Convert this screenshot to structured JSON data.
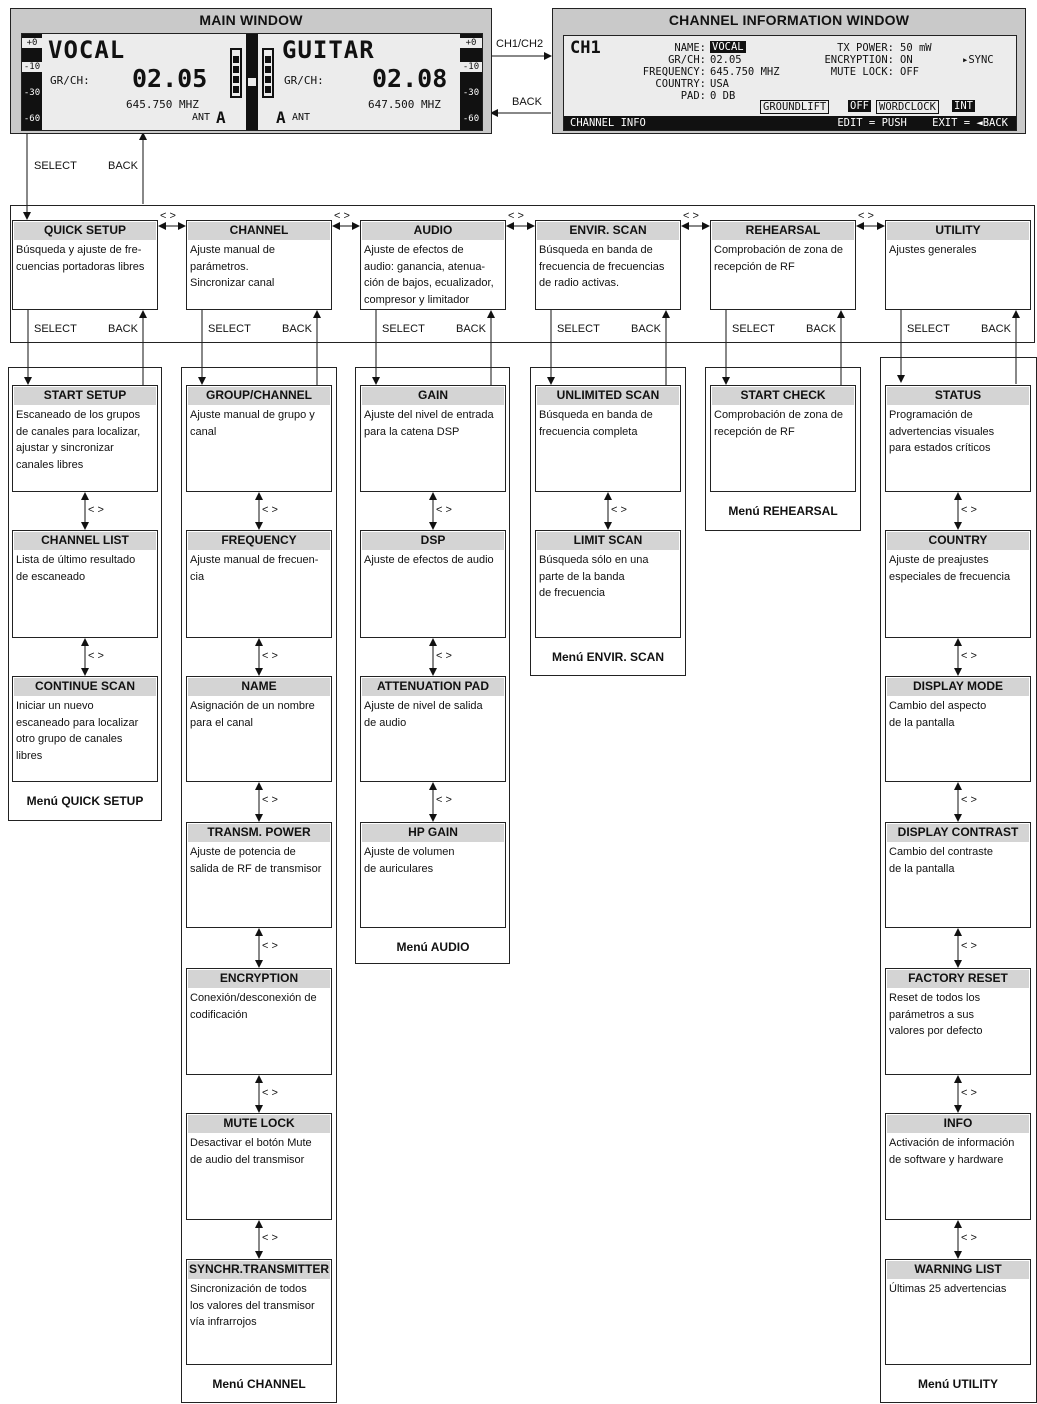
{
  "main_window": {
    "title": "MAIN WINDOW",
    "levels_left": [
      "+0",
      "-10",
      "-30",
      "-60"
    ],
    "levels_right": [
      "+0",
      "-10",
      "-30",
      "-60"
    ],
    "ch1": {
      "name": "VOCAL",
      "grch_label": "GR/CH:",
      "grch": "02.05",
      "freq": "645.750 MHZ",
      "ant": "ANT",
      "ant_letter": "A"
    },
    "ch2": {
      "name": "GUITAR",
      "grch_label": "GR/CH:",
      "grch": "02.08",
      "freq": "647.500 MHZ",
      "ant": "ANT",
      "ant_letter": "A"
    }
  },
  "channel_info_window": {
    "title": "CHANNEL INFORMATION WINDOW",
    "ch": "CH1",
    "name_label": "NAME:",
    "name_value": "VOCAL",
    "grch_label": "GR/CH:",
    "grch_value": "02.05",
    "freq_label": "FREQUENCY:",
    "freq_value": "645.750 MHZ",
    "country_label": "COUNTRY:",
    "country_value": "USA",
    "pad_label": "PAD:",
    "pad_value": "0 DB",
    "tx_label": "TX POWER:",
    "tx_value": "50 mW",
    "enc_label": "ENCRYPTION:",
    "enc_value": "ON",
    "mute_label": "MUTE LOCK:",
    "mute_value": "OFF",
    "sync": "▸SYNC",
    "groundlift": "GROUNDLIFT",
    "groundlift_value": "OFF",
    "wordclock": "WORDCLOCK",
    "wordclock_value": "INT",
    "footer_left": "CHANNEL INFO",
    "footer_right": "EDIT = PUSH    EXIT = ◄BACK"
  },
  "nav": {
    "ch_switch": "CH1/CH2",
    "back": "BACK",
    "select": "SELECT",
    "lr": "< >"
  },
  "top_menus": [
    {
      "title": "QUICK SETUP",
      "desc": "Búsqueda y ajuste de fre-\ncuencias portadoras libres"
    },
    {
      "title": "CHANNEL",
      "desc": "Ajuste manual de\nparámetros.\nSincronizar canal"
    },
    {
      "title": "AUDIO",
      "desc": "Ajuste de efectos de\naudio:  ganancia, atenua-\nción de bajos, ecualizador,\ncompresor y limitador"
    },
    {
      "title": "ENVIR. SCAN",
      "desc": "Búsqueda en banda de\nfrecuencia de frecuencias\nde radio activas."
    },
    {
      "title": "REHEARSAL",
      "desc": "Comprobación de zona de\nrecepción de RF"
    },
    {
      "title": "UTILITY",
      "desc": "Ajustes generales"
    }
  ],
  "submenus": {
    "quick_setup": {
      "caption": "Menú QUICK SETUP",
      "items": [
        {
          "title": "START SETUP",
          "desc": "Escaneado de los grupos\nde canales para localizar,\najustar y sincronizar\ncanales libres"
        },
        {
          "title": "CHANNEL LIST",
          "desc": "Lista de último resultado\nde escaneado"
        },
        {
          "title": "CONTINUE SCAN",
          "desc": "Iniciar un nuevo\nescaneado para localizar\notro grupo de canales\nlibres"
        }
      ]
    },
    "channel": {
      "caption": "Menú CHANNEL",
      "items": [
        {
          "title": "GROUP/CHANNEL",
          "desc": "Ajuste manual de grupo y\ncanal"
        },
        {
          "title": "FREQUENCY",
          "desc": "Ajuste manual de frecuen-\ncia"
        },
        {
          "title": "NAME",
          "desc": "Asignación de un nombre\npara el canal"
        },
        {
          "title": "TRANSM. POWER",
          "desc": "Ajuste de potencia de\nsalida de RF de transmisor"
        },
        {
          "title": "ENCRYPTION",
          "desc": "Conexión/desconexión de\ncodificación"
        },
        {
          "title": "MUTE LOCK",
          "desc": "Desactivar el botón Mute\nde audio del transmisor"
        },
        {
          "title": "SYNCHR.TRANSMITTER",
          "desc": "Sincronización de todos\nlos valores del transmisor\nvía infrarrojos"
        }
      ]
    },
    "audio": {
      "caption": "Menú AUDIO",
      "items": [
        {
          "title": "GAIN",
          "desc": "Ajuste del nivel de entrada\npara la catena DSP"
        },
        {
          "title": "DSP",
          "desc": "Ajuste de efectos de audio"
        },
        {
          "title": "ATTENUATION PAD",
          "desc": "Ajuste de nivel de salida\nde audio"
        },
        {
          "title": "HP GAIN",
          "desc": "Ajuste de volumen\nde auriculares"
        }
      ]
    },
    "envir_scan": {
      "caption": "Menú ENVIR. SCAN",
      "items": [
        {
          "title": "UNLIMITED SCAN",
          "desc": "Búsqueda en banda de\nfrecuencia completa"
        },
        {
          "title": "LIMIT SCAN",
          "desc": "Búsqueda sólo en una\nparte de la banda\nde frecuencia"
        }
      ]
    },
    "rehearsal": {
      "caption": "Menú REHEARSAL",
      "items": [
        {
          "title": "START CHECK",
          "desc": "Comprobación de zona de\nrecepción de RF"
        }
      ]
    },
    "utility": {
      "caption": "Menú UTILITY",
      "items": [
        {
          "title": "STATUS",
          "desc": "Programación de\nadvertencias visuales\npara estados críticos"
        },
        {
          "title": "COUNTRY",
          "desc": "Ajuste de preajustes\nespeciales de frecuencia"
        },
        {
          "title": "DISPLAY MODE",
          "desc": "Cambio del aspecto\nde la pantalla"
        },
        {
          "title": "DISPLAY CONTRAST",
          "desc": "Cambio del contraste\nde la pantalla"
        },
        {
          "title": "FACTORY RESET",
          "desc": "Reset de todos los\nparámetros a sus\nvalores por defecto"
        },
        {
          "title": "INFO",
          "desc": "Activación de información\nde software y hardware"
        },
        {
          "title": "WARNING LIST",
          "desc": "Últimas 25 advertencias"
        }
      ]
    }
  }
}
